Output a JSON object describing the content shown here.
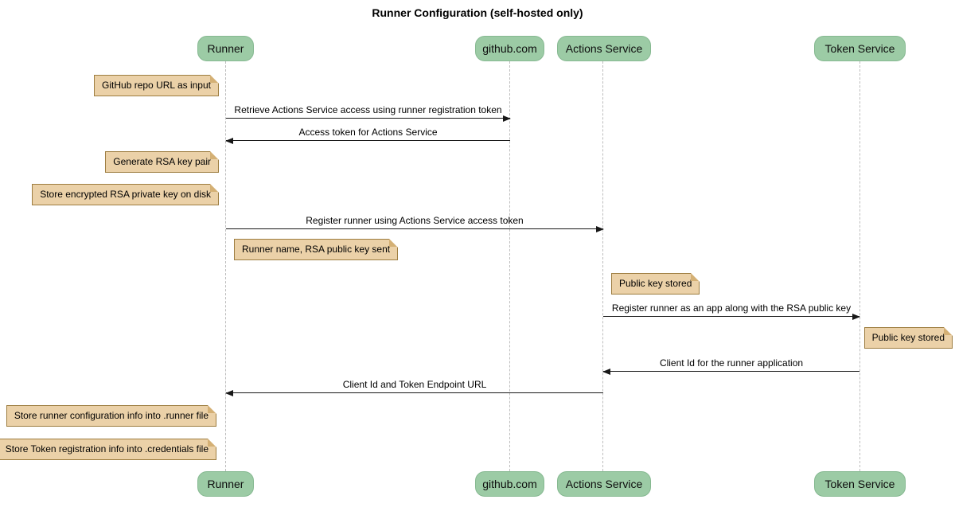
{
  "diagram": {
    "type": "sequence",
    "title": "Runner Configuration (self-hosted only)",
    "colors": {
      "participant_fill": "#9CCBA5",
      "participant_border": "#86B991",
      "note_fill": "#EBD1A8",
      "note_border": "#9D7D40",
      "note_fold": "#D4B075",
      "lifeline": "#BDBDBD",
      "ink": "#181818"
    }
  },
  "participants": [
    {
      "label": "Runner"
    },
    {
      "label": "github.com"
    },
    {
      "label": "Actions Service"
    },
    {
      "label": "Token Service"
    }
  ],
  "messages": [
    {
      "from": "Runner",
      "to": "github.com",
      "direction": "right",
      "label": "Retrieve Actions Service access using runner registration token"
    },
    {
      "from": "github.com",
      "to": "Runner",
      "direction": "left",
      "label": "Access token for Actions Service"
    },
    {
      "from": "Runner",
      "to": "Actions Service",
      "direction": "right",
      "label": "Register runner using Actions Service access token"
    },
    {
      "from": "Actions Service",
      "to": "Token Service",
      "direction": "right",
      "label": "Register runner as an app along with the RSA public key"
    },
    {
      "from": "Token Service",
      "to": "Actions Service",
      "direction": "left",
      "label": "Client Id for the runner application"
    },
    {
      "from": "Actions Service",
      "to": "Runner",
      "direction": "left",
      "label": "Client Id and Token Endpoint URL"
    }
  ],
  "notes": [
    {
      "anchor": "Runner",
      "side": "left",
      "label": "GitHub repo URL as input"
    },
    {
      "anchor": "Runner",
      "side": "left",
      "label": "Generate RSA key pair"
    },
    {
      "anchor": "Runner",
      "side": "left",
      "label": "Store encrypted RSA private key on disk"
    },
    {
      "anchor": "Runner",
      "side": "right",
      "label": "Runner name, RSA public key sent"
    },
    {
      "anchor": "Actions Service",
      "side": "right",
      "label": "Public key stored"
    },
    {
      "anchor": "Token Service",
      "side": "right",
      "label": "Public key stored"
    },
    {
      "anchor": "Runner",
      "side": "left",
      "label": "Store runner configuration info into .runner file"
    },
    {
      "anchor": "Runner",
      "side": "left",
      "label": "Store Token registration info into .credentials file"
    }
  ]
}
